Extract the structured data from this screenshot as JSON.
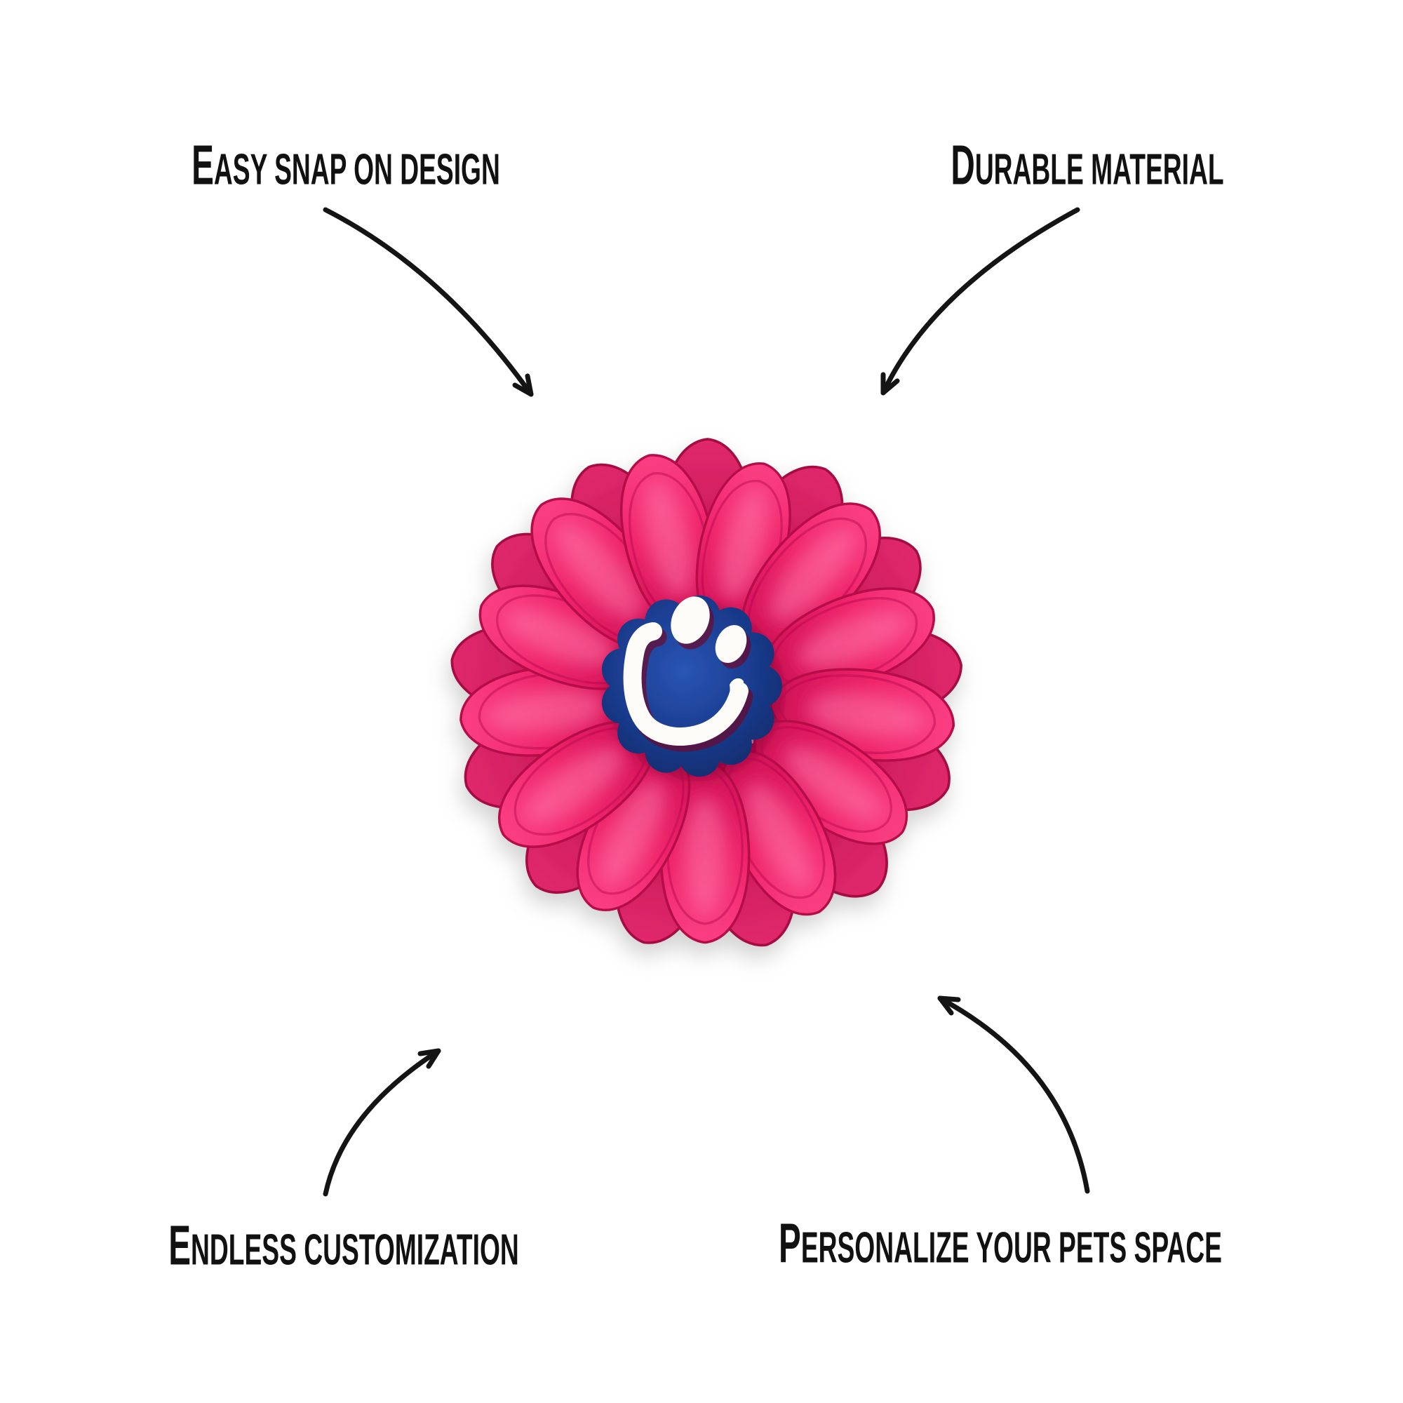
{
  "page": {
    "background_color": "#ffffff",
    "kind": "product feature callout image"
  },
  "callouts": [
    {
      "position": "top-left",
      "label": "Easy snap on design"
    },
    {
      "position": "top-right",
      "label": "Durable material"
    },
    {
      "position": "bottom-left",
      "label": "Endless customization"
    },
    {
      "position": "bottom-right",
      "label": "Personalize your pets space"
    }
  ],
  "product_image": {
    "name": "flower-charm",
    "description": "Pink rubber daisy charm with a blue scalloped center and white smiley face, photographed on white",
    "colors": {
      "petal_pink": "#ef2469",
      "petal_highlight": "#fb3f84",
      "petal_shadow": "#c01050",
      "under_petal_pink": "#d31055",
      "center_blue": "#1b3e92",
      "center_blue_light": "#2a55b5",
      "face_white": "#fdfcf8",
      "face_shadow": "#6b0a2e",
      "arrow_black": "#141414",
      "text_black": "#111111"
    }
  }
}
